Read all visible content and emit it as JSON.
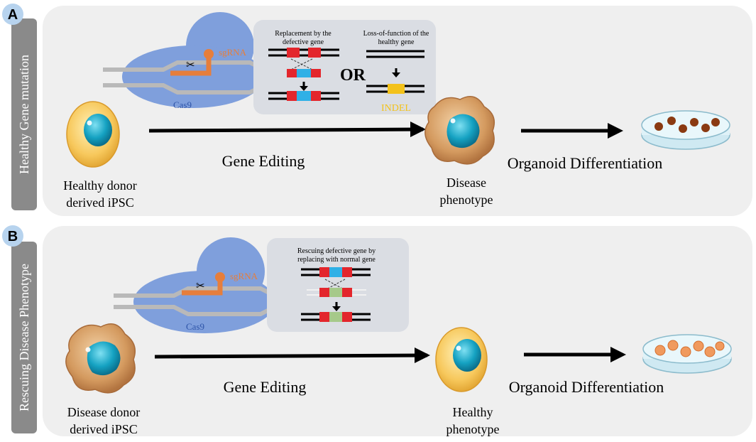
{
  "panels": [
    {
      "badge": "A",
      "side_label": "Healthy Gene mutation",
      "sgrna_label": "sgRNA",
      "cas9_label": "Cas9",
      "inset_left_title_1": "Replacement by the",
      "inset_left_title_2": "defective gene",
      "or_label": "OR",
      "inset_right_title_1": "Loss-of-function of the",
      "inset_right_title_2": "healthy gene",
      "indel_label": "INDEL",
      "start_cell_label_1": "Healthy donor",
      "start_cell_label_2": "derived iPSC",
      "step1_label": "Gene Editing",
      "mid_cell_label_1": "Disease",
      "mid_cell_label_2": "phenotype",
      "step2_label": "Organoid Differentiation"
    },
    {
      "badge": "B",
      "side_label": "Rescuing Disease Phenotype",
      "sgrna_label": "sgRNA",
      "cas9_label": "Cas9",
      "inset_title_1": "Rescuing defective gene by",
      "inset_title_2": "replacing with normal gene",
      "start_cell_label_1": "Disease donor",
      "start_cell_label_2": "derived iPSC",
      "step1_label": "Gene Editing",
      "mid_cell_label_1": "Healthy",
      "mid_cell_label_2": "phenotype",
      "step2_label": "Organoid Differentiation"
    }
  ],
  "colors": {
    "panel_bg": "#efefef",
    "side_bar": "#8a8a8a",
    "badge_fill": "#b7d3ee",
    "cas9": "#7f9fdc",
    "sgrna": "#e67e3c",
    "red_segment": "#e3262c",
    "blue_segment": "#2fb0e6",
    "yellow_segment": "#f3c21b",
    "green_segment": "#a6c98a",
    "healthy_cell": "#f6c55a",
    "disease_cell": "#d2955b",
    "nucleus": "#1aa6c5"
  }
}
